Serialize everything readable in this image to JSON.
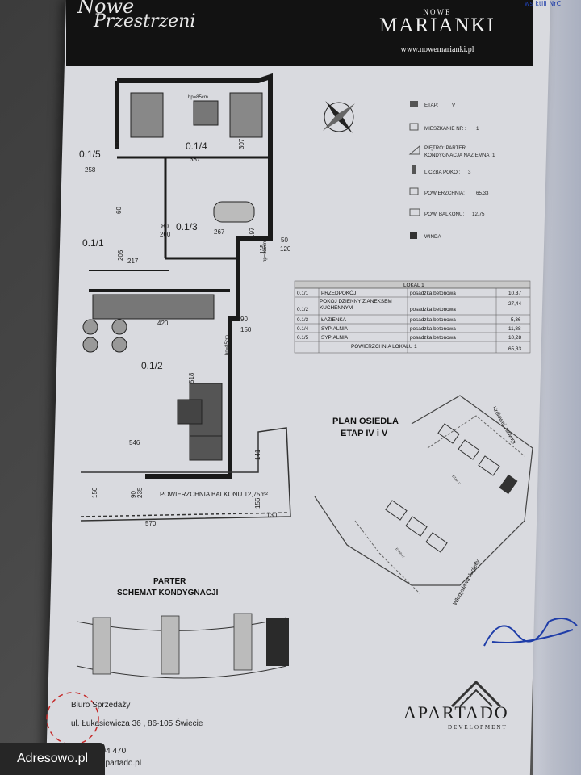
{
  "header": {
    "script_line1": "Nowe",
    "script_line2": "Przestrzeni",
    "brand_small": "NOWE",
    "brand_large": "MARIANKI",
    "website": "www.nowemarianki.pl"
  },
  "legend": {
    "etap_label": "ETAP:",
    "etap_value": "V",
    "mieszkanie_label": "MIESZKANIE NR :",
    "mieszkanie_value": "1",
    "pietro_label": "PIĘTRO: PARTER",
    "kondygnacja_label": "KONDYGNACJA NAZIEMNA :",
    "kondygnacja_value": "1",
    "pokoje_label": "LICZBA POKOI:",
    "pokoje_value": "3",
    "powierzchnia_label": "POWIERZCHNIA:",
    "powierzchnia_value": "65,33",
    "balkon_label": "POW. BALKONU:",
    "balkon_value": "12,75",
    "winda_label": "WINDA"
  },
  "table": {
    "title": "LOKAL 1",
    "rows": [
      {
        "id": "0.1/1",
        "name": "PRZEDPOKÓJ",
        "floor": "posadzka betonowa",
        "area": "10,37"
      },
      {
        "id": "0.1/2",
        "name": "POKÓJ DZIENNY Z ANEKSEM KUCHENNYM",
        "floor": "posadzka betonowa",
        "area": "27,44"
      },
      {
        "id": "0.1/3",
        "name": "ŁAZIENKA",
        "floor": "posadzka betonowa",
        "area": "5,36"
      },
      {
        "id": "0.1/4",
        "name": "SYPIALNIA",
        "floor": "posadzka betonowa",
        "area": "11,88"
      },
      {
        "id": "0.1/5",
        "name": "SYPIALNIA",
        "floor": "posadzka betonowa",
        "area": "10,28"
      }
    ],
    "total_label": "POWIERZCHNIA LOKALU 1",
    "total_value": "65,33"
  },
  "plan": {
    "rooms": [
      "0.1/4",
      "0.1/3",
      "0.1/1",
      "0.1/2",
      "0.1/5"
    ],
    "dims": [
      "307",
      "387",
      "307",
      "60",
      "205",
      "217",
      "267",
      "197",
      "420",
      "518",
      "546",
      "570",
      "141",
      "156",
      "130",
      "90",
      "150",
      "50",
      "120",
      "80",
      "200",
      "258",
      "115",
      "235",
      "90",
      "150"
    ],
    "balcony_label": "POWIERZCHNIA BALKONU 12,75m²",
    "hp_label_1": "hp=85cm",
    "hp_label_2": "hp=85cm",
    "hp_label_3": "hp=115cm"
  },
  "site_plan": {
    "title_line1": "PLAN OSIEDLA",
    "title_line2": "ETAP IV i V",
    "street1": "Królowej Jadwigi",
    "street2": "Władysława Jagiełły",
    "etap_v": "ETAP V",
    "etap_iv": "ETAP IV"
  },
  "parter": {
    "title_line1": "PARTER",
    "title_line2": "SCHEMAT KONDYGNACJI"
  },
  "footer": {
    "office_line1": "Biuro Sprzedaży",
    "office_line2": "ul. Łukasiewicza 36 , 86-105 Świecie",
    "phone": "504 470",
    "email": "apartado.pl",
    "company": "APARTADO",
    "company_sub": "DEVELOPMENT"
  },
  "watermark": "Adresowo.pl",
  "colors": {
    "header_bg": "#121212",
    "paper": "#d9dadf",
    "ink": "#1f3da8",
    "stamp": "#c62828"
  }
}
